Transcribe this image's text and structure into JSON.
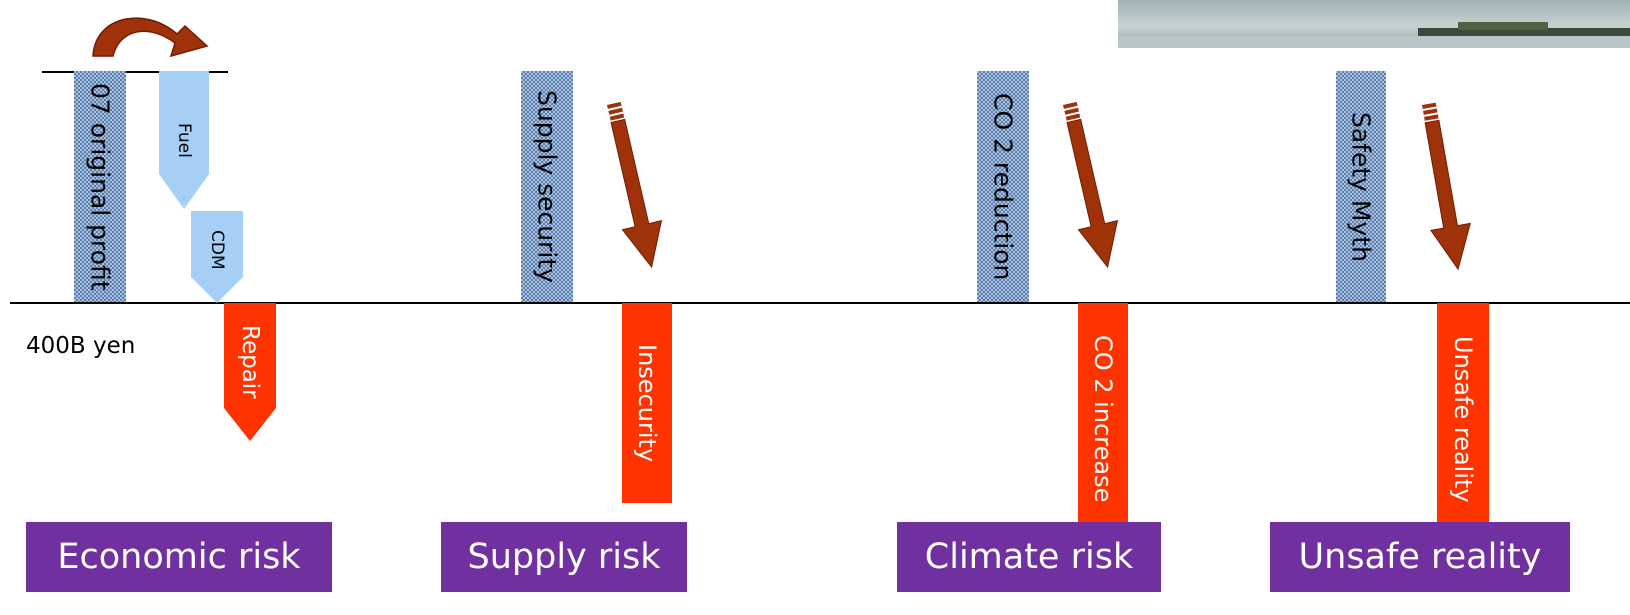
{
  "top_left": {
    "baseline_label": "400B yen",
    "original_profit": "07 original profit",
    "fuel": "Fuel",
    "cdm": "CDM",
    "repair": "Repair"
  },
  "supply": {
    "positive": "Supply security",
    "negative": "Insecurity"
  },
  "climate": {
    "positive": "CO 2 reduction",
    "negative": "CO 2 increase"
  },
  "safety": {
    "positive": "Safety Myth",
    "negative": "Unsafe reality"
  },
  "categories": [
    "Economic risk",
    "Supply risk",
    "Climate risk",
    "Unsafe reality"
  ],
  "colors": {
    "negative_bar": "#ff3300",
    "category_box": "#7030a0",
    "down_arrow": "#a0320a",
    "light_arrow": "#a6cff5"
  },
  "icons": [
    "curved-arrow-icon",
    "down-arrow-icon",
    "photo-thumbnail"
  ]
}
